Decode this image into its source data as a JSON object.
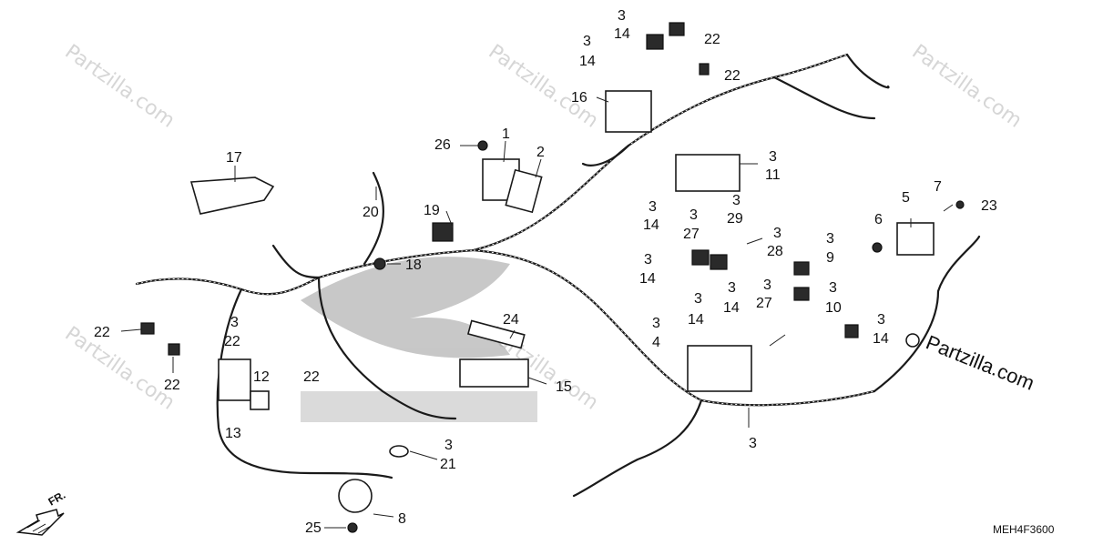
{
  "diagram": {
    "code": "MEH4F3600",
    "watermark": "Partzilla.com",
    "brand_logo": "Partzilla.com",
    "direction_label": "FR.",
    "labels": [
      {
        "id": "l1",
        "text": "1"
      },
      {
        "id": "l2",
        "text": "2"
      },
      {
        "id": "l3a",
        "text": "3"
      },
      {
        "id": "l14a",
        "text": "14"
      },
      {
        "id": "l3b",
        "text": "3"
      },
      {
        "id": "l14b",
        "text": "14"
      },
      {
        "id": "l22a",
        "text": "22"
      },
      {
        "id": "l22b",
        "text": "22"
      },
      {
        "id": "l16",
        "text": "16"
      },
      {
        "id": "l26",
        "text": "26"
      },
      {
        "id": "l17",
        "text": "17"
      },
      {
        "id": "l20",
        "text": "20"
      },
      {
        "id": "l19",
        "text": "19"
      },
      {
        "id": "l18",
        "text": "18"
      },
      {
        "id": "l3c",
        "text": "3"
      },
      {
        "id": "l11",
        "text": "11"
      },
      {
        "id": "l3d",
        "text": "3"
      },
      {
        "id": "l14c",
        "text": "14"
      },
      {
        "id": "l3e",
        "text": "3"
      },
      {
        "id": "l27a",
        "text": "27"
      },
      {
        "id": "l3f",
        "text": "3"
      },
      {
        "id": "l29",
        "text": "29"
      },
      {
        "id": "l3g",
        "text": "3"
      },
      {
        "id": "l28",
        "text": "28"
      },
      {
        "id": "l3h",
        "text": "3"
      },
      {
        "id": "l14d",
        "text": "14"
      },
      {
        "id": "l3i",
        "text": "3"
      },
      {
        "id": "l14e",
        "text": "14"
      },
      {
        "id": "l3j",
        "text": "3"
      },
      {
        "id": "l14f",
        "text": "14"
      },
      {
        "id": "l5",
        "text": "5"
      },
      {
        "id": "l7",
        "text": "7"
      },
      {
        "id": "l6",
        "text": "6"
      },
      {
        "id": "l23",
        "text": "23"
      },
      {
        "id": "l3k",
        "text": "3"
      },
      {
        "id": "l9",
        "text": "9"
      },
      {
        "id": "l3l",
        "text": "3"
      },
      {
        "id": "l10",
        "text": "10"
      },
      {
        "id": "l3m",
        "text": "3"
      },
      {
        "id": "l27b",
        "text": "27"
      },
      {
        "id": "l3n",
        "text": "3"
      },
      {
        "id": "l14g",
        "text": "14"
      },
      {
        "id": "l3o",
        "text": "3"
      },
      {
        "id": "l4",
        "text": "4"
      },
      {
        "id": "l24",
        "text": "24"
      },
      {
        "id": "l15",
        "text": "15"
      },
      {
        "id": "l22c",
        "text": "22"
      },
      {
        "id": "l22d",
        "text": "22"
      },
      {
        "id": "l3p",
        "text": "3"
      },
      {
        "id": "l22e",
        "text": "22"
      },
      {
        "id": "l12",
        "text": "12"
      },
      {
        "id": "l22f",
        "text": "22"
      },
      {
        "id": "l13",
        "text": "13"
      },
      {
        "id": "l3q",
        "text": "3"
      },
      {
        "id": "l21",
        "text": "21"
      },
      {
        "id": "l3r",
        "text": "3"
      },
      {
        "id": "l8",
        "text": "8"
      },
      {
        "id": "l25",
        "text": "25"
      }
    ]
  }
}
